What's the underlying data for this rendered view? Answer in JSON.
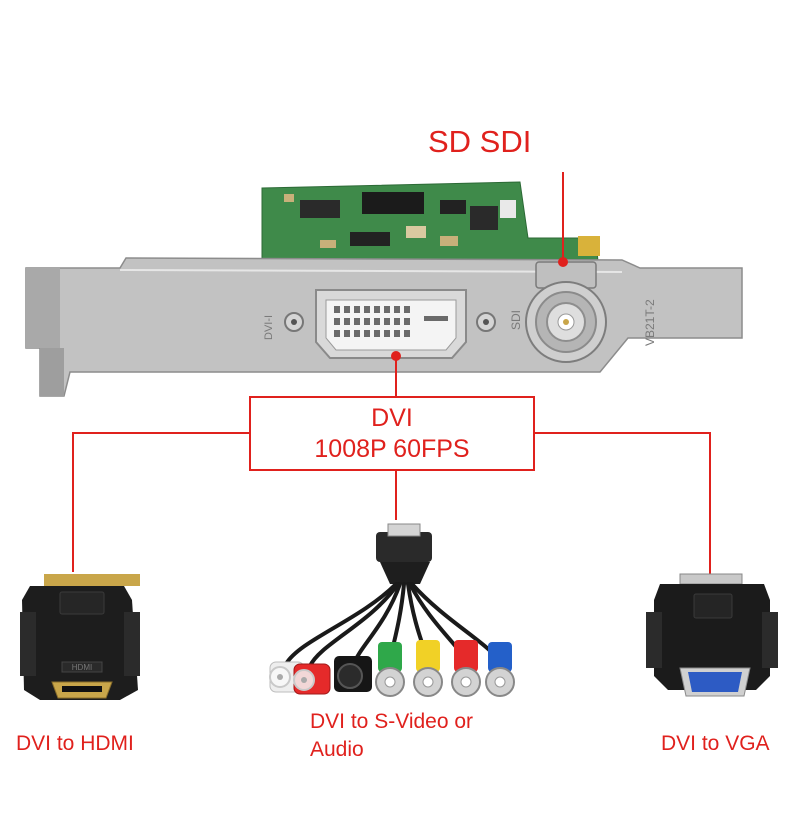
{
  "labels": {
    "sd_sdi": "SD SDI",
    "dvi_line1": "DVI",
    "dvi_line2": "1008P 60FPS",
    "hdmi": "DVI to HDMI",
    "svideo_line1": "DVI to S-Video or",
    "svideo_line2": "Audio",
    "vga": "DVI to VGA"
  },
  "bracket_text": {
    "dvi_port": "DVI-I",
    "sdi_port": "SDI",
    "model": "VB21T-2"
  },
  "adapter_text": {
    "hdmi_adapter": "HDMI"
  },
  "colors": {
    "accent": "#e0211d",
    "pcb": "#3f8a4a",
    "bracket": "#b8b8b8",
    "connector_metal": "#c9c9c9"
  }
}
